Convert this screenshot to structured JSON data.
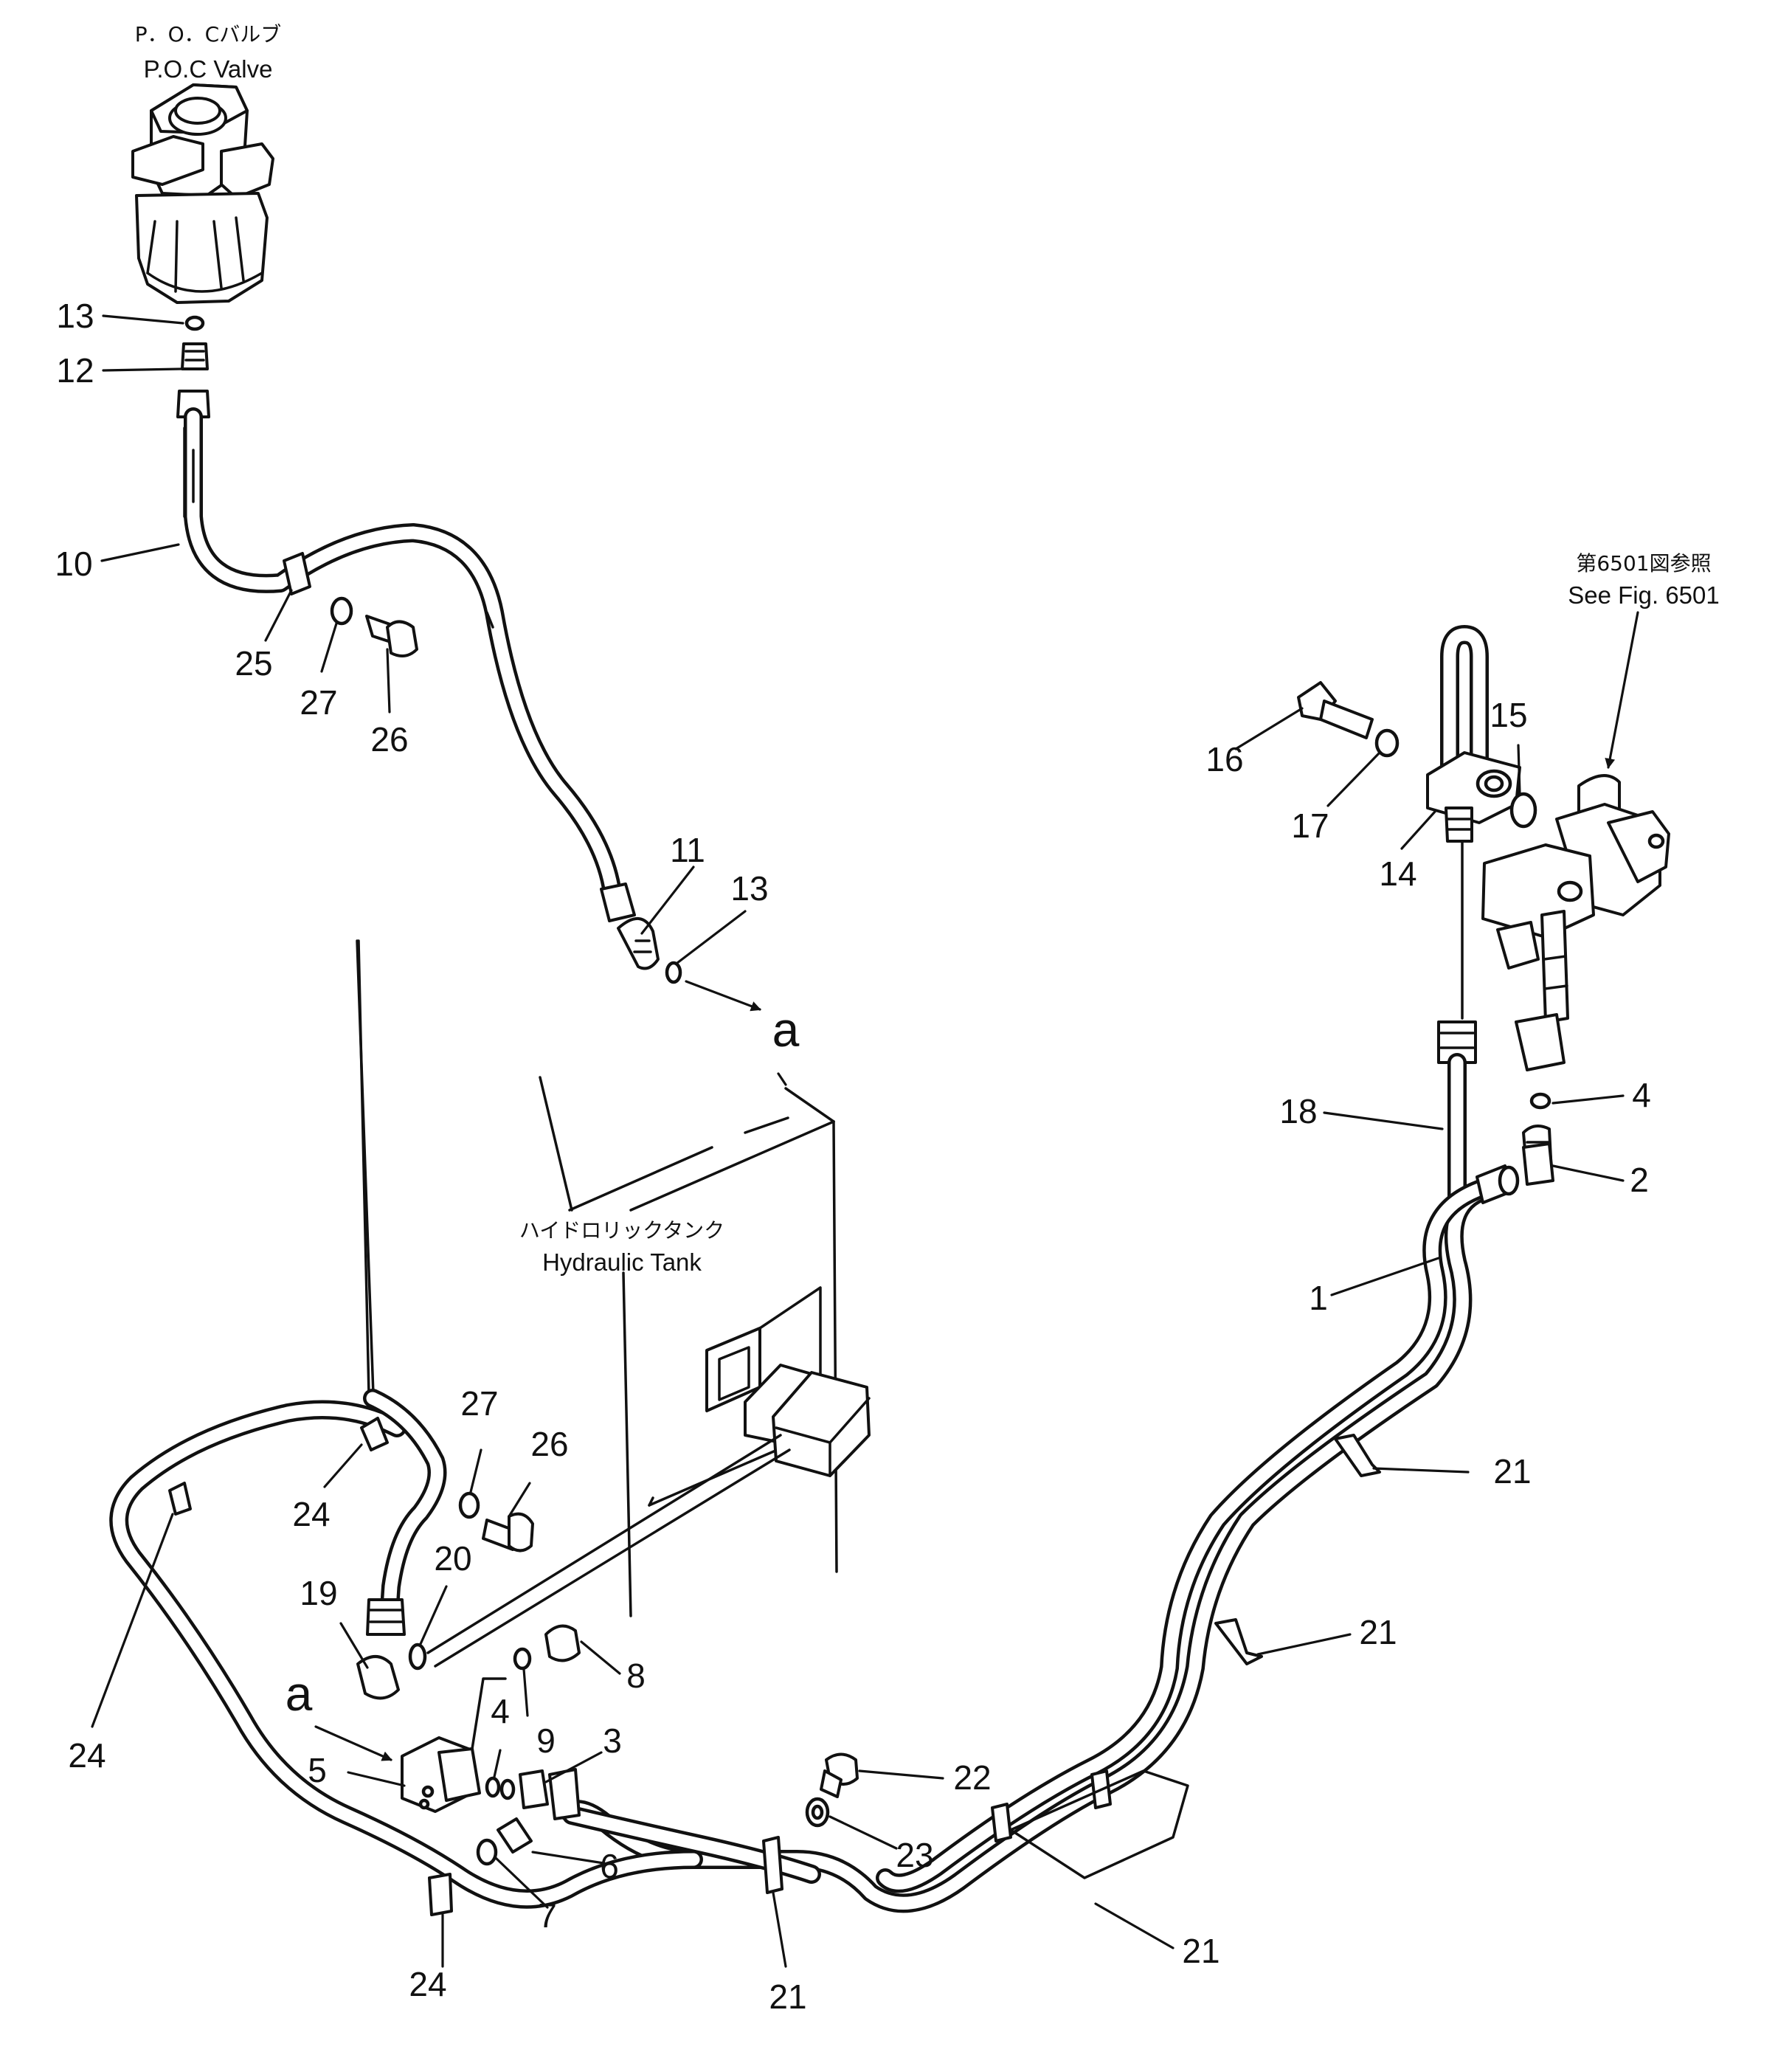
{
  "callouts": {
    "poc_valve_jp": "P．O．Cバルブ",
    "poc_valve_en": "P.O.C Valve",
    "tank_jp": "ハイドロリックタンク",
    "tank_en": "Hydraulic Tank",
    "see_fig_jp": "第6501図参照",
    "see_fig_en": "See Fig. 6501",
    "ref_a": "a"
  },
  "part_numbers": {
    "n1": "1",
    "n2": "2",
    "n3": "3",
    "n4": "4",
    "n5": "5",
    "n6": "6",
    "n7": "7",
    "n8": "8",
    "n9": "9",
    "n10": "10",
    "n11": "11",
    "n12": "12",
    "n13": "13",
    "n14": "14",
    "n15": "15",
    "n16": "16",
    "n17": "17",
    "n18": "18",
    "n19": "19",
    "n20": "20",
    "n21": "21",
    "n22": "22",
    "n23": "23",
    "n24": "24",
    "n25": "25",
    "n26": "26",
    "n27": "27"
  }
}
